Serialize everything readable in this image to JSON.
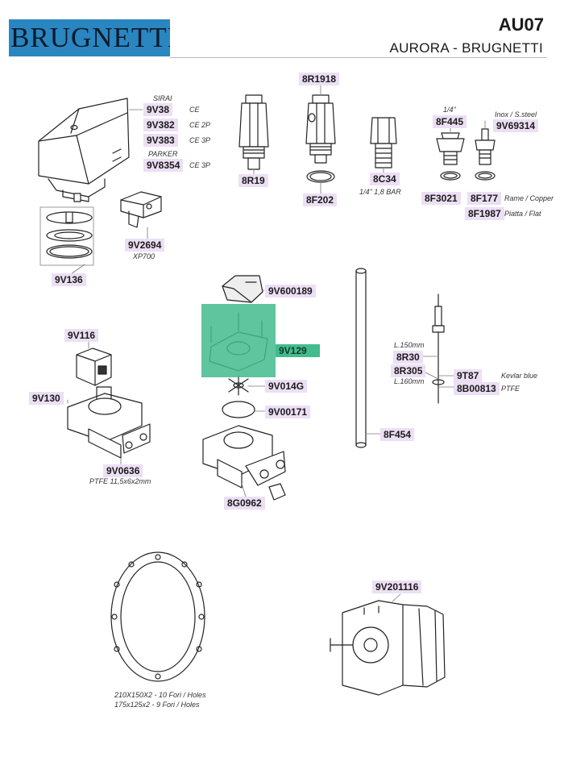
{
  "header": {
    "brand": "BRUGNETTI",
    "code": "AU07",
    "subtitle": "AURORA - BRUGNETTI"
  },
  "colors": {
    "logo_bg": "#2a86c0",
    "label_bg": "#ecdff4",
    "highlight": "#43bb8e"
  },
  "labels": {
    "p9V38": "9V38",
    "p9V382": "9V382",
    "p9V383": "9V383",
    "p9V8354": "9V8354",
    "p9V136": "9V136",
    "p9V2694": "9V2694",
    "p8R1918": "8R1918",
    "p8R19": "8R19",
    "p8F202": "8F202",
    "p8C34": "8C34",
    "p8F445": "8F445",
    "p9V69314": "9V69314",
    "p8F3021": "8F3021",
    "p8F177": "8F177",
    "p8F1987": "8F1987",
    "p9V600189": "9V600189",
    "p9V129": "9V129",
    "p9V014G": "9V014G",
    "p9V00171": "9V00171",
    "p8G0962": "8G0962",
    "p9V116": "9V116",
    "p9V130": "9V130",
    "p9V0636": "9V0636",
    "p8F454": "8F454",
    "p8R30": "8R30",
    "p8R305": "8R305",
    "p9T87": "9T87",
    "p8B00813": "8B00813",
    "p9V201116": "9V201116"
  },
  "notes": {
    "sirai": "SIRAI",
    "ce1": "CE",
    "ce2p": "CE 2P",
    "ce3p_a": "CE 3P",
    "parker": "PARKER",
    "ce3p_b": "CE 3P",
    "xp700": "XP700",
    "bar": "1/4\" 1,8 BAR",
    "quarter": "1/4\"",
    "inox": "Inox / S.steel",
    "rame": "Rame / Copper",
    "piatta": "Piatta / Flat",
    "ptfe_tube": "PTFE 11,5x6x2mm",
    "l150": "L.150mm",
    "l160": "L.160mm",
    "kevlar": "Kevlar blue",
    "ptfe": "PTFE",
    "gasket1": "210X150X2 - 10 Fori / Holes",
    "gasket2": "175x125x2 - 9 Fori / Holes"
  }
}
